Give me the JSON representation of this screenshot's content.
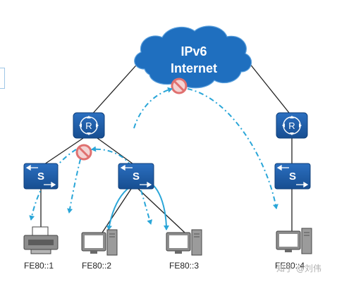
{
  "cloud": {
    "line1": "IPv6",
    "line2": "Internet"
  },
  "hosts": {
    "h1": "FE80::1",
    "h2": "FE80::2",
    "h3": "FE80::3",
    "h4": "FE80::4"
  },
  "router_symbol": "R",
  "switch_symbol": "S",
  "watermark": "知乎 @刘伟",
  "colors": {
    "device_blue": "#1f5fa8",
    "cloud_blue": "#1f6fbf",
    "link_arrow": "#2aa6d8",
    "blocked": "#e0706f"
  }
}
